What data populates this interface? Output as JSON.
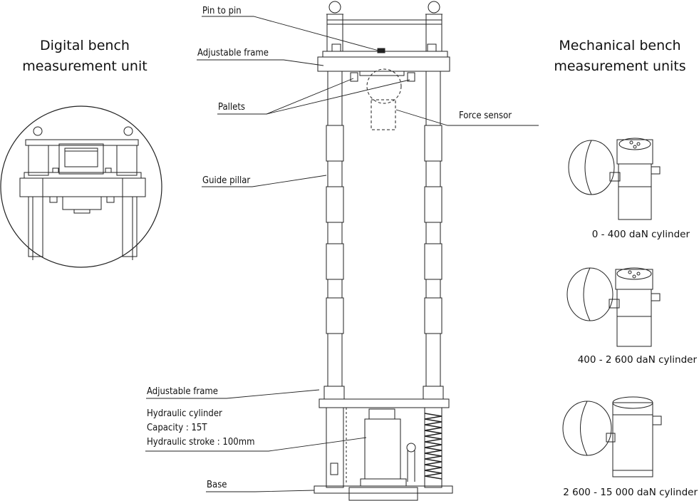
{
  "headings": {
    "digital_line1": "Digital bench",
    "digital_line2": "measurement unit",
    "mechanical_line1": "Mechanical bench",
    "mechanical_line2": "measurement units"
  },
  "labels": {
    "pin_to_pin": "Pin to pin",
    "adjustable_frame_top": "Adjustable frame",
    "pallets": "Pallets",
    "force_sensor": "Force sensor",
    "guide_pillar": "Guide pillar",
    "adjustable_frame_bottom": "Adjustable frame",
    "hydraulic_cylinder": "Hydraulic cylinder",
    "capacity": "Capacity : 15T",
    "hydraulic_stroke": "Hydraulic stroke : 100mm",
    "base": "Base"
  },
  "cylinders": [
    "0 - 400 daN cylinder",
    "400 - 2 600 daN cylinder",
    "2 600 - 15 000 daN cylinder"
  ]
}
